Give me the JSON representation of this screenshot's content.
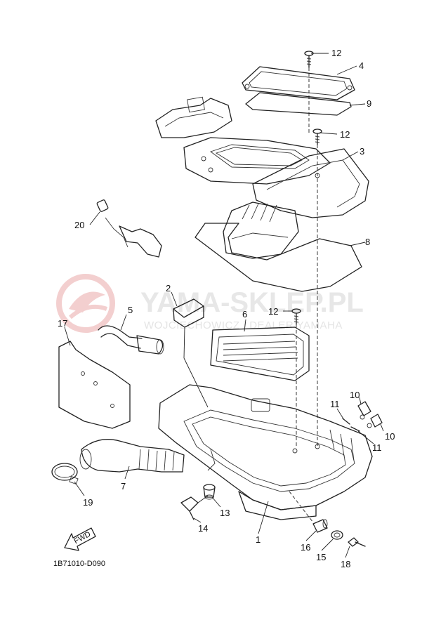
{
  "watermark": {
    "brand": "YAMA-SKLEP.PL",
    "tagline": "WOJCIECHOWICZ | DEALER YAMAHA",
    "logo_color": "#f2c4c4"
  },
  "diagram_code": "1B71010-D090",
  "fwd_label": "FWD",
  "callouts": {
    "c1": "1",
    "c2": "2",
    "c3": "3",
    "c4": "4",
    "c5": "5",
    "c6": "6",
    "c7": "7",
    "c8": "8",
    "c9": "9",
    "c10a": "10",
    "c10b": "10",
    "c11a": "11",
    "c11b": "11",
    "c12a": "12",
    "c12b": "12",
    "c12c": "12",
    "c13": "13",
    "c14": "14",
    "c15": "15",
    "c16": "16",
    "c17": "17",
    "c18": "18",
    "c19": "19",
    "c20": "20"
  }
}
